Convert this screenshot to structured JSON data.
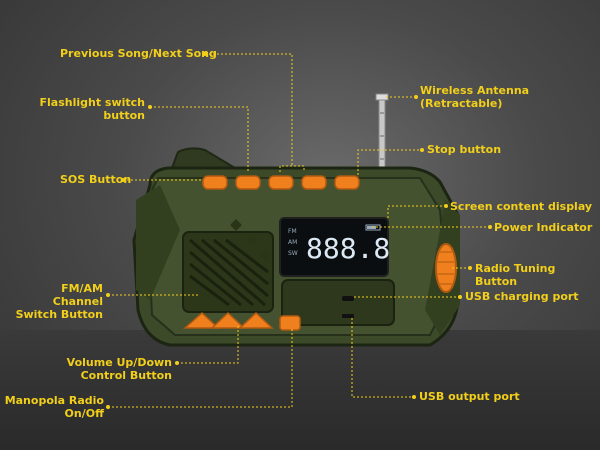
{
  "labels": {
    "prev_next": "Previous Song/Next Song",
    "flashlight_l1": "Flashlight switch",
    "flashlight_l2": "button",
    "sos": "SOS Button",
    "antenna_l1": "Wireless Antenna",
    "antenna_l2": "(Retractable)",
    "stop": "Stop button",
    "screen": "Screen content display",
    "power": "Power Indicator",
    "tuning": "Radio Tuning Button",
    "usb_charge": "USB charging port",
    "fmam_l1": "FM/AM Channel",
    "fmam_l2": "Switch Button",
    "volume_l1": "Volume Up/Down",
    "volume_l2": "Control Button",
    "manopola_l1": "Manopola Radio",
    "manopola_l2": "On/Off",
    "usb_out": "USB output port"
  },
  "display": {
    "digits": "888.8",
    "band_fm": "FM",
    "band_am": "AM",
    "band_sw": "SW"
  },
  "colors": {
    "label": "#f2cf1a",
    "body": "#3d4a2a",
    "orange": "#f07f1e",
    "lcd_text": "#dce9f5"
  }
}
